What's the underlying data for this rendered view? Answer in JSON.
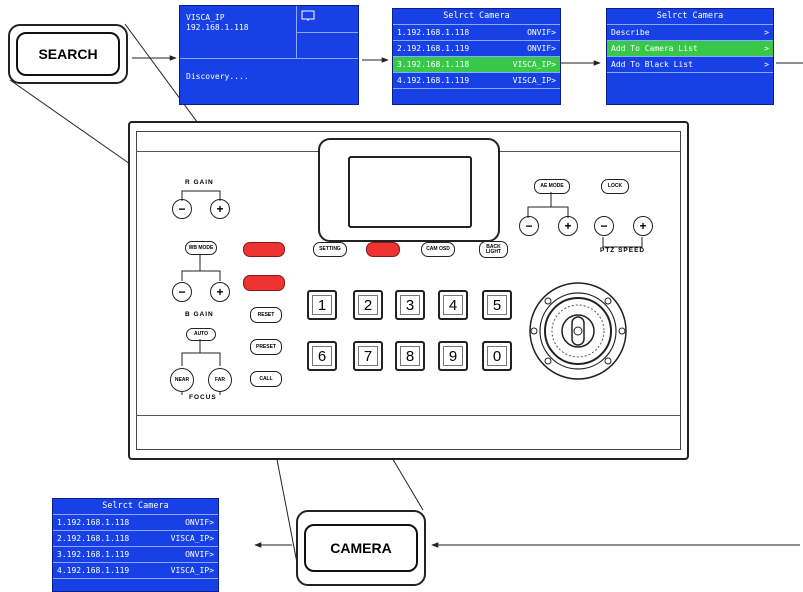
{
  "search_button": {
    "label": "SEARCH"
  },
  "camera_button": {
    "label": "CAMERA"
  },
  "discovery_screen": {
    "protocol": "VISCA_IP",
    "ip": "192.168.1.118",
    "status": "Discovery...."
  },
  "select_screen_1": {
    "title": "Selrct Camera",
    "rows": [
      {
        "ip": "1.192.168.1.118",
        "proto": "ONVIF>"
      },
      {
        "ip": "2.192.168.1.119",
        "proto": "ONVIF>"
      },
      {
        "ip": "3.192.168.1.118",
        "proto": "VISCA_IP>"
      },
      {
        "ip": "4.192.168.1.119",
        "proto": "VISCA_IP>"
      }
    ]
  },
  "select_screen_2": {
    "title": "Selrct Camera",
    "rows": [
      {
        "ip": "Describe",
        "proto": ">"
      },
      {
        "ip": "Add To Camera List",
        "proto": ">"
      },
      {
        "ip": "Add To Black List",
        "proto": ">"
      }
    ]
  },
  "select_screen_3": {
    "title": "Selrct Camera",
    "rows": [
      {
        "ip": "1.192.168.1.118",
        "proto": "ONVIF>"
      },
      {
        "ip": "2.192.168.1.118",
        "proto": "VISCA_IP>"
      },
      {
        "ip": "3.192.168.1.119",
        "proto": "ONVIF>"
      },
      {
        "ip": "4.192.168.1.119",
        "proto": "VISCA_IP>"
      }
    ]
  },
  "keyboard": {
    "r_gain": "R GAIN",
    "b_gain": "B GAIN",
    "focus": "FOCUS",
    "ptz_speed": "PTZ SPEED",
    "wb_mode": "WB MODE",
    "auto": "AUTO",
    "near": "NEAR",
    "far": "FAR",
    "setting": "SETTING",
    "cam_osd": "CAM OSD",
    "back_light": "BACK LIGHT",
    "ae_mode": "AE MODE",
    "lock": "LOCK",
    "reset": "RESET",
    "preset": "PRESET",
    "call": "CALL",
    "minus": "−",
    "plus": "+",
    "digits": [
      "1",
      "2",
      "3",
      "4",
      "5",
      "6",
      "7",
      "8",
      "9",
      "0"
    ]
  },
  "colors": {
    "screen_bg": "#1740e6",
    "highlight": "#37c84a",
    "red_button": "#ee3333"
  }
}
